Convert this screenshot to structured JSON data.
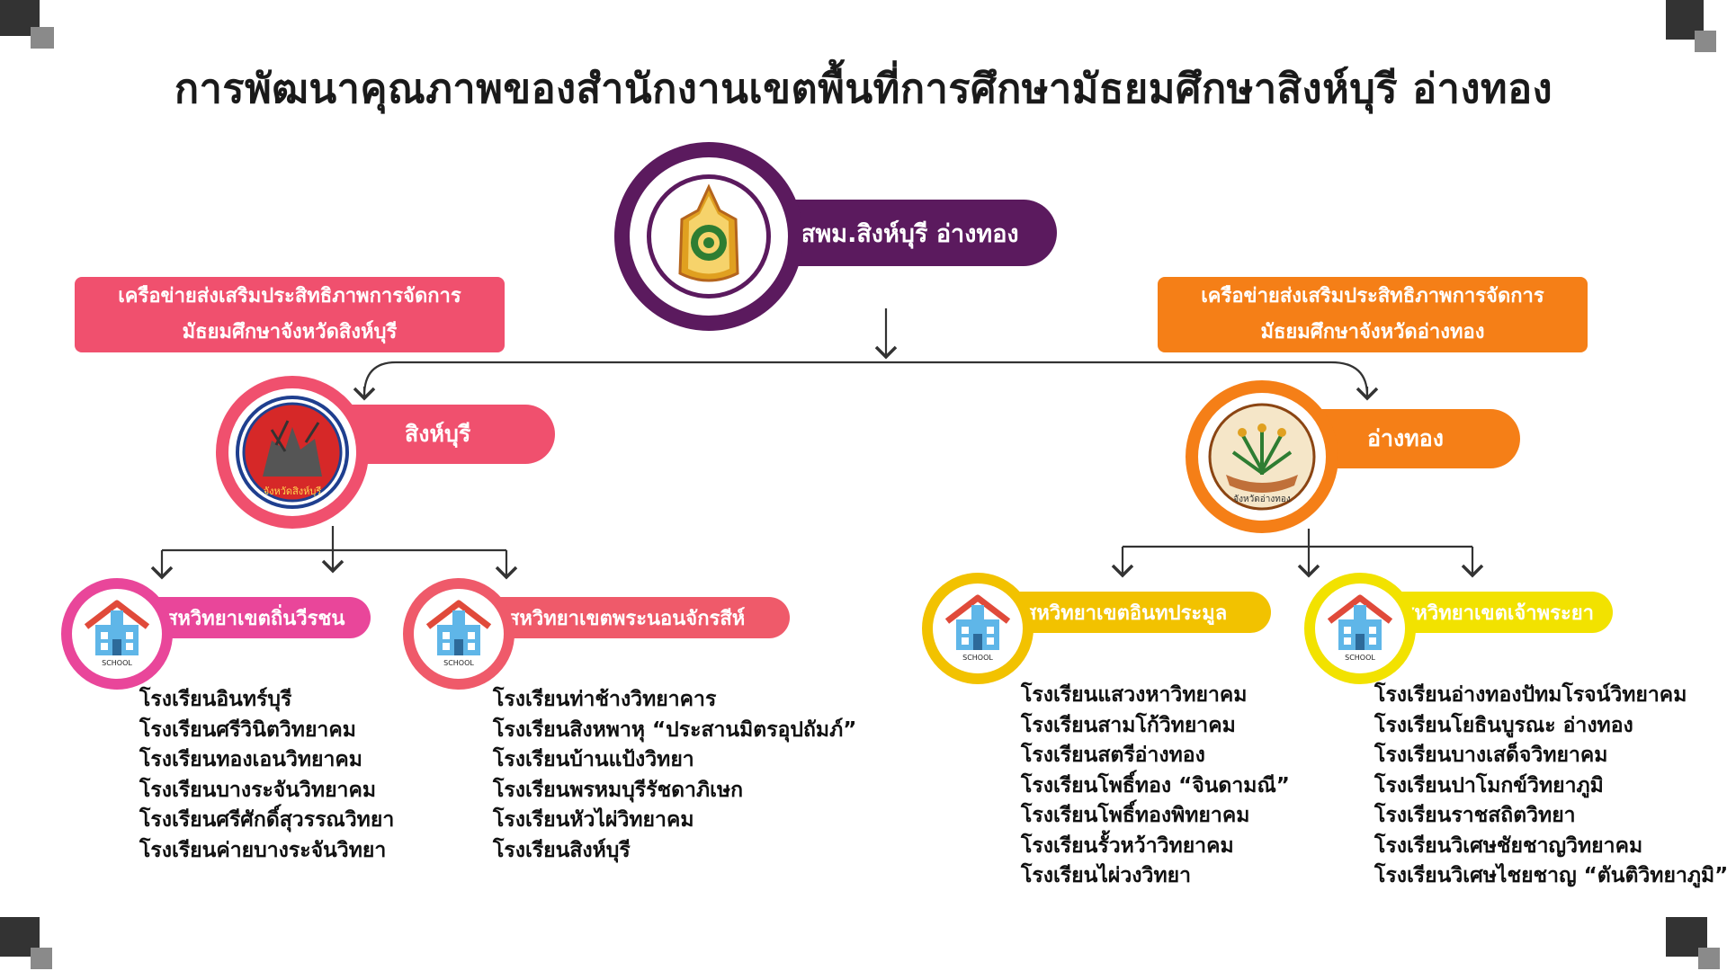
{
  "title": "การพัฒนาคุณภาพของสำนักงานเขตพื้นที่การศึกษามัธยมศึกษาสิงห์บุรี อ่างทอง",
  "root": {
    "label": "สพม.สิงห์บุรี อ่างทอง",
    "color": "#5b1a5e"
  },
  "networks": {
    "left": {
      "line1": "เครือข่ายส่งเสริมประสิทธิภาพการจัดการ",
      "line2": "มัธยมศึกษาจังหวัดสิงห์บุรี",
      "color": "#f0506e"
    },
    "right": {
      "line1": "เครือข่ายส่งเสริมประสิทธิภาพการจัดการ",
      "line2": "มัธยมศึกษาจังหวัดอ่างทอง",
      "color": "#f57f17"
    }
  },
  "provinces": {
    "left": {
      "label": "สิงห์บุรี",
      "color": "#f0506e",
      "seal_text": "จังหวัดสิงห์บุรี"
    },
    "right": {
      "label": "อ่างทอง",
      "color": "#f57f17",
      "seal_text": "จังหวัดอ่างทอง"
    }
  },
  "school_icon_label": "SCHOOL",
  "groups": [
    {
      "label": "สหวิทยาเขตถิ่นวีรชน",
      "color": "#e9469a",
      "schools": [
        "โรงเรียนอินทร์บุรี",
        "โรงเรียนศรีวินิตวิทยาคม",
        "โรงเรียนทองเอนวิทยาคม",
        "โรงเรียนบางระจันวิทยาคม",
        "โรงเรียนศรีศักดิ์สุวรรณวิทยา",
        "โรงเรียนค่ายบางระจันวิทยา"
      ]
    },
    {
      "label": "สหวิทยาเขตพระนอนจักรสีห์",
      "color": "#ef5a6a",
      "schools": [
        "โรงเรียนท่าช้างวิทยาคาร",
        "โรงเรียนสิงหพาหุ “ประสานมิตรอุปถัมภ์”",
        "โรงเรียนบ้านแป้งวิทยา",
        "โรงเรียนพรหมบุรีรัชดาภิเษก",
        "โรงเรียนหัวไผ่วิทยาคม",
        "โรงเรียนสิงห์บุรี"
      ]
    },
    {
      "label": "สหวิทยาเขตอินทประมูล",
      "color": "#f2c200",
      "schools": [
        "โรงเรียนแสวงหาวิทยาคม",
        "โรงเรียนสามโก้วิทยาคม",
        "โรงเรียนสตรีอ่างทอง",
        "โรงเรียนโพธิ์ทอง “จินดามณี”",
        "โรงเรียนโพธิ์ทองพิทยาคม",
        "โรงเรียนรั้วหว้าวิทยาคม",
        "โรงเรียนไผ่วงวิทยา"
      ]
    },
    {
      "label": "สหวิทยาเขตเจ้าพระยา",
      "color": "#f2e200",
      "schools": [
        "โรงเรียนอ่างทองปัทมโรจน์วิทยาคม",
        "โรงเรียนโยธินบูรณะ อ่างทอง",
        "โรงเรียนบางเสด็จวิทยาคม",
        "โรงเรียนปาโมกข์วิทยาภูมิ",
        "โรงเรียนราชสถิตวิทยา",
        "โรงเรียนวิเศษชัยชาญวิทยาคม",
        "โรงเรียนวิเศษไชยชาญ “ตันติวิทยาภูมิ”"
      ]
    }
  ]
}
